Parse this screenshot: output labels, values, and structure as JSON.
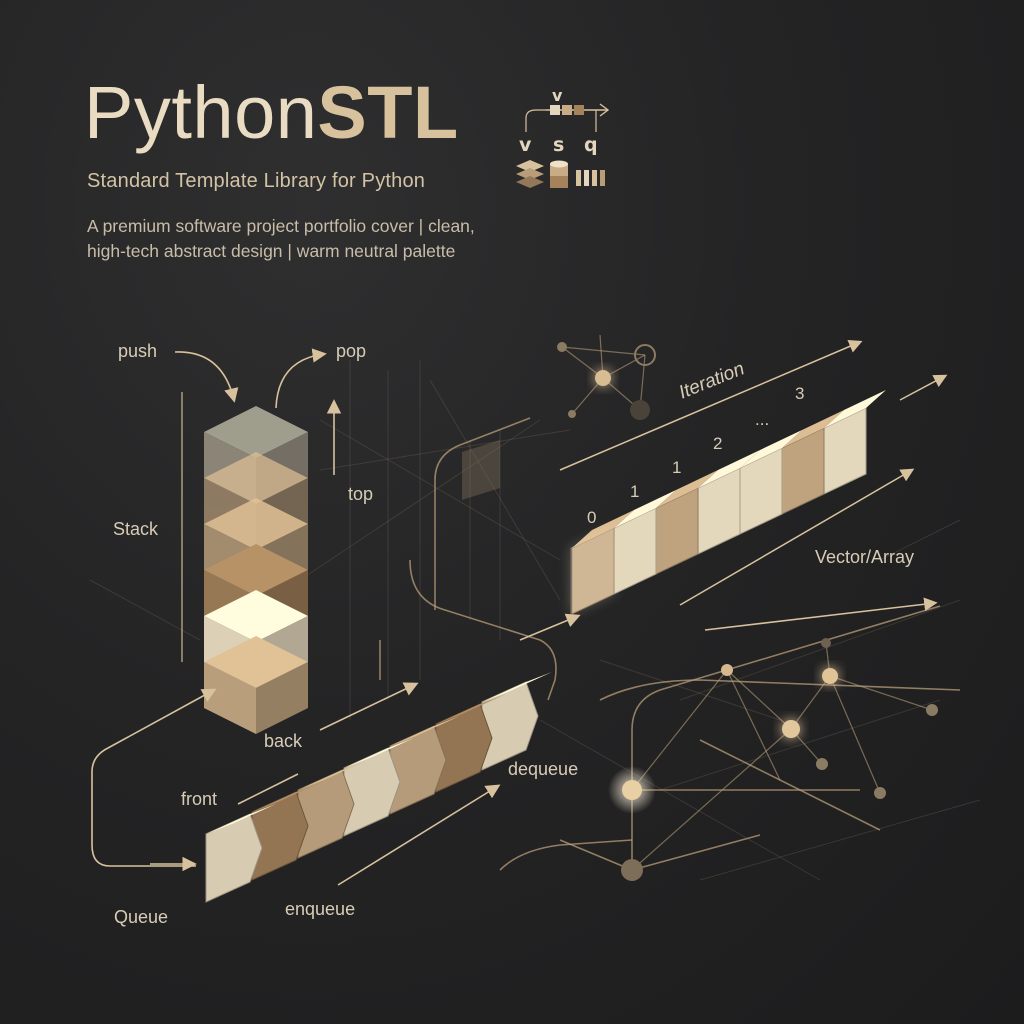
{
  "header": {
    "title_regular": "Python",
    "title_bold": "STL",
    "subtitle": "Standard Template Library for Python",
    "description_line1": "A premium software project portfolio cover | clean,",
    "description_line2": "high-tech abstract design | warm neutral palette"
  },
  "logo": {
    "top_letter": "v",
    "letters": [
      "v",
      "s",
      "q"
    ],
    "icons": [
      "stack-layers-icon",
      "cylinder-icon",
      "bars-icon"
    ]
  },
  "stack": {
    "label": "Stack",
    "push_label": "push",
    "pop_label": "pop",
    "top_label": "top"
  },
  "vector": {
    "label": "Vector/Array",
    "iteration_label": "Iteration",
    "indices": [
      "0",
      "1",
      "1",
      "2",
      "...",
      "3"
    ]
  },
  "queue": {
    "label": "Queue",
    "front_label": "front",
    "back_label": "back",
    "enqueue_label": "enqueue",
    "dequeue_label": "dequeue"
  },
  "colors": {
    "background": "#242425",
    "accent": "#d8c29d",
    "text": "#eadcc3",
    "block_light": "#efe2c6",
    "block_mid": "#c9ac86",
    "block_dark": "#a4825c",
    "line": "#b89d78"
  }
}
